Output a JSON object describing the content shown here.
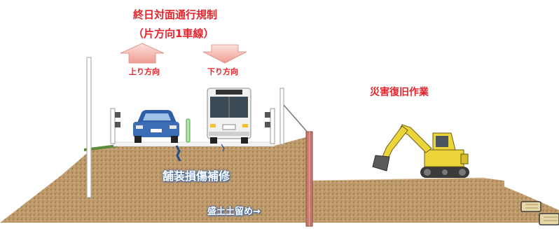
{
  "title": {
    "line1": "終日対面通行規制",
    "line2": "（片方向1車線）"
  },
  "directions": {
    "up": "上り方向",
    "down": "下り方向"
  },
  "labels": {
    "disaster_work": "災害復旧作業",
    "pavement_repair": "舗装損傷補修",
    "embankment_retaining": "盛土土留め→"
  },
  "colors": {
    "accent_red": "#e8232b",
    "label_blue": "#3b6cb0",
    "soil": "#b9956a",
    "arrow_pink": "#f2b8b0",
    "car_blue": "#3a6cb8",
    "excavator_yellow": "#ecd53a"
  },
  "icons": [
    "arrow-up-icon",
    "arrow-down-icon",
    "car-icon",
    "bus-icon",
    "excavator-icon",
    "delineator-icon",
    "guardrail-icon",
    "retaining-wall-icon",
    "sandbag-icon"
  ]
}
